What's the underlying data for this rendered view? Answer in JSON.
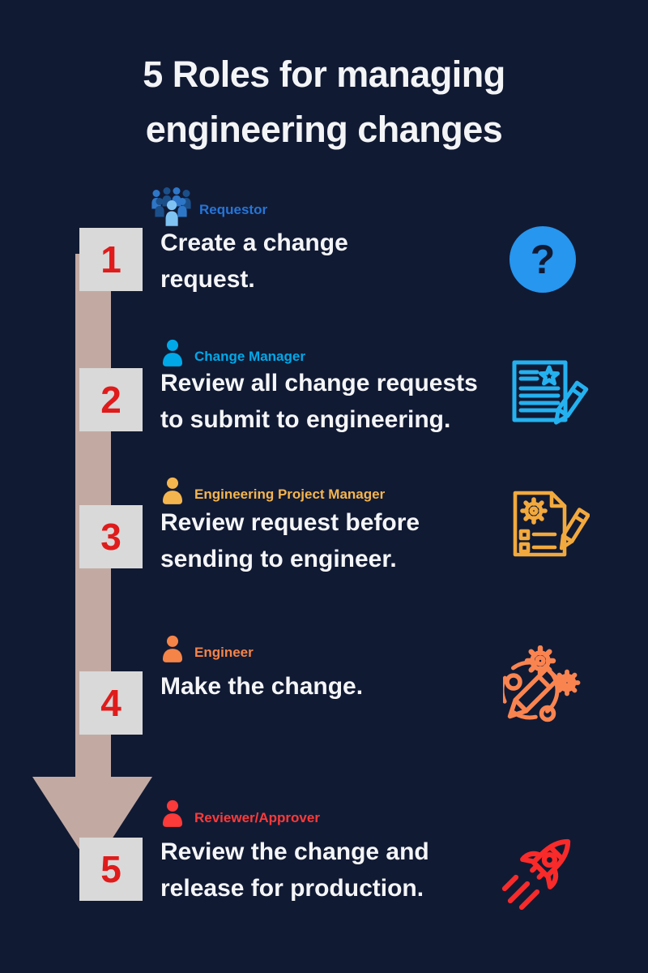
{
  "title": {
    "line1": "5 Roles for managing",
    "line2": "engineering changes"
  },
  "steps": [
    {
      "number": "1",
      "role": "Requestor",
      "role_icon": "crowd-icon",
      "description_lines": [
        "Create a change",
        "request."
      ],
      "right_icon": "question-mark-icon"
    },
    {
      "number": "2",
      "role": "Change Manager",
      "role_icon": "person-icon",
      "description_lines": [
        "Review all change requests",
        "to submit to engineering."
      ],
      "right_icon": "document-star-pencil-icon"
    },
    {
      "number": "3",
      "role": "Engineering Project Manager",
      "role_icon": "person-icon",
      "description_lines": [
        "Review request before",
        "sending to engineer."
      ],
      "right_icon": "checklist-gear-pencil-icon"
    },
    {
      "number": "4",
      "role": "Engineer",
      "role_icon": "person-icon",
      "description_lines": [
        "Make the change."
      ],
      "right_icon": "gears-pencil-icon"
    },
    {
      "number": "5",
      "role": "Reviewer/Approver",
      "role_icon": "person-icon",
      "description_lines": [
        "Review the change and",
        "release for production."
      ],
      "right_icon": "rocket-icon"
    }
  ],
  "colors": {
    "background": "#111a33",
    "title_text": "#f3f4f6",
    "arrow": "#c2aaa3",
    "number_box": "#d9d9d9",
    "number_text": "#e01b1b",
    "description_text": "#f4f5f7",
    "role_1": "#2575d8",
    "role_2": "#00a8e8",
    "role_3": "#f5b54e",
    "role_4": "#f58448",
    "role_5": "#fb3a3a",
    "crowd_dark": "#1b4f8a",
    "crowd_mid": "#2e77c8",
    "crowd_light": "#7fc3f3",
    "icon_question": "#2696ef",
    "icon_document": "#25b1ef",
    "icon_checklist": "#f2a93d",
    "icon_gears": "#fa8450",
    "icon_rocket": "#f92a2a"
  }
}
